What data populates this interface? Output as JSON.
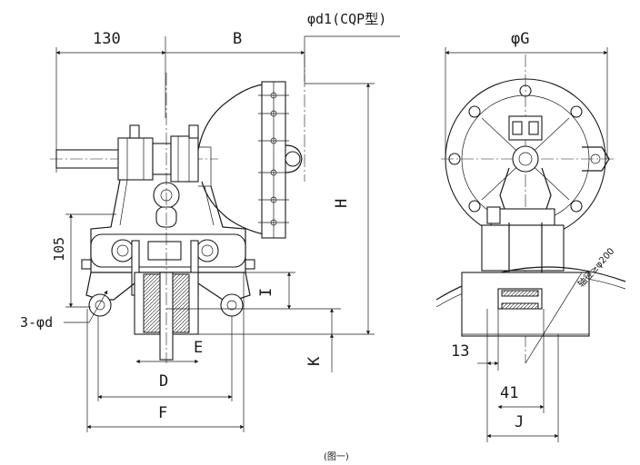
{
  "labels": {
    "dim_130": "130",
    "dim_B": "B",
    "dim_phi_d1": "φd1(CQP型)",
    "dim_phi_G": "φG",
    "dim_H": "H",
    "dim_105": "105",
    "dim_I": "I",
    "dim_3_phi_d": "3-φd",
    "dim_E": "E",
    "dim_K": "K",
    "dim_D": "D",
    "dim_F": "F",
    "dim_13": "13",
    "dim_41": "41",
    "dim_J": "J",
    "note_shaft": "轴径≥φ200",
    "caption": "(图一)"
  }
}
